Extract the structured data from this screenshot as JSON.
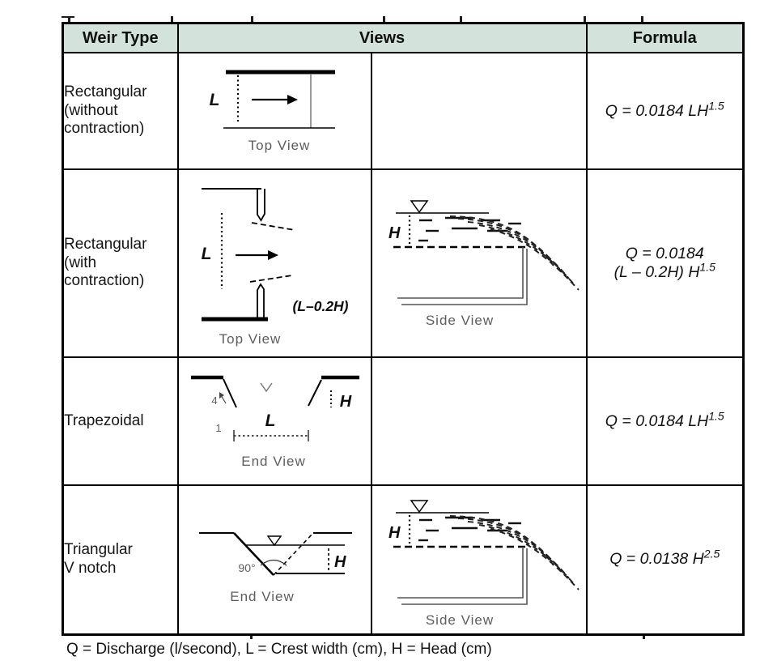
{
  "page": {
    "background": "#ffffff",
    "header_bg": "#d3e2db",
    "border_color": "#000000"
  },
  "table": {
    "header": {
      "weir_type": "Weir Type",
      "views": "Views",
      "formula": "Formula"
    },
    "rows": [
      {
        "type": "Rectangular\n(without\ncontraction)",
        "views": {
          "first_caption": "Top View"
        },
        "formula": {
          "base": "Q = 0.0184 LH",
          "sup": "1.5"
        }
      },
      {
        "type": "Rectangular\n(with\ncontraction)",
        "views": {
          "first_caption": "Top View",
          "second_caption": "Side View"
        },
        "formula": {
          "line1": "Q = 0.0184",
          "line2": "(L – 0.2H) H",
          "sup": "1.5"
        }
      },
      {
        "type": "Trapezoidal",
        "views": {
          "first_caption": "End View"
        },
        "formula": {
          "base": "Q = 0.0184 LH",
          "sup": "1.5"
        }
      },
      {
        "type": "Triangular\nV notch",
        "views": {
          "first_caption": "End View",
          "second_caption": "Side View"
        },
        "formula": {
          "base": "Q = 0.0138 H",
          "sup": "2.5"
        }
      }
    ]
  },
  "diagram_labels": {
    "crest_width": "L",
    "head": "H",
    "contracted_width": "(L–0.2H)",
    "notch_angle": "90°",
    "side_slope_vertical": "4",
    "side_slope_horizontal": "1"
  },
  "footnote": "Q = Discharge (l/second), L = Crest width (cm), H = Head (cm)"
}
